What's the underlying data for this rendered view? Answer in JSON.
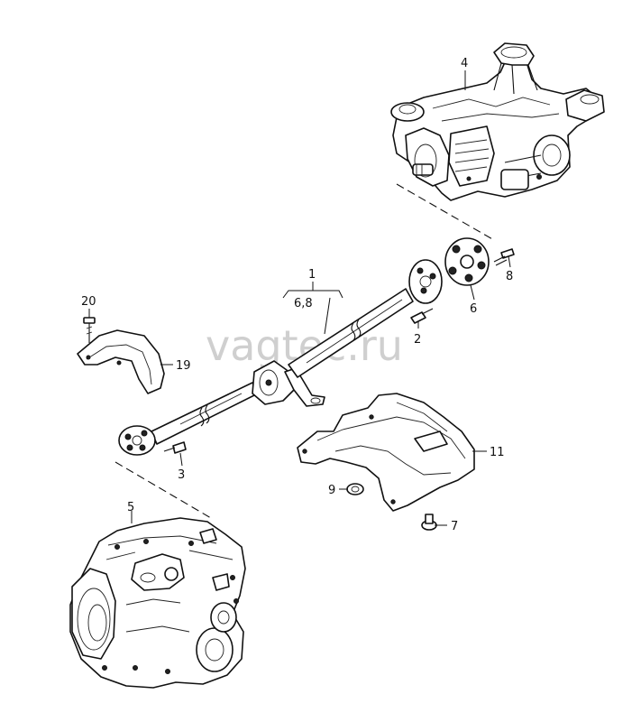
{
  "watermark": "vagtec.ru",
  "callouts": {
    "c1": "1",
    "c68": "6,8",
    "c2": "2",
    "c3": "3",
    "c4": "4",
    "c5": "5",
    "c6": "6",
    "c7": "7",
    "c8": "8",
    "c9": "9",
    "c11": "11",
    "c19": "19",
    "c20": "20"
  }
}
